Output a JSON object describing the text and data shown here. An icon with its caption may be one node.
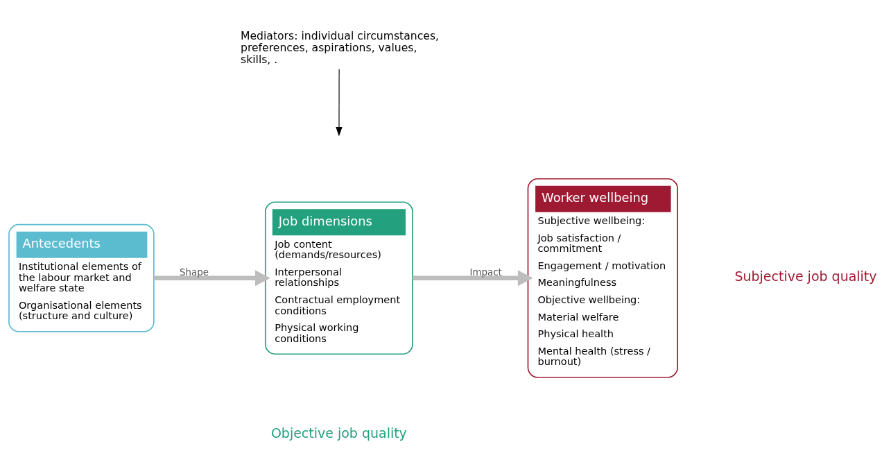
{
  "diagram": {
    "nodes": [
      {
        "text": [
          "Mediators: individual circumstances, preferences, aspirations, values, skills, ."
        ]
      },
      {
        "text": [
          "Antecedents",
          "Institutional elements of the labour market and welfare state",
          "Organisational elements (structure and culture)"
        ]
      },
      {
        "text": [
          "Job dimensions",
          "Job content (demands/resources)",
          "Interpersonal relationships",
          "Contractual employment conditions",
          "Physical working conditions"
        ]
      },
      {
        "text": [
          "Worker wellbeing",
          "Subjective wellbeing:",
          "Job satisfaction / commitment",
          "Engagement / motivation",
          "Meaningfulness",
          "Objective wellbeing:",
          "Material welfare",
          "Physical health",
          "Mental health (stress / burnout)"
        ]
      }
    ],
    "edges": [
      {
        "from": 0,
        "to": null,
        "arrow": "to",
        "color": "#000000"
      },
      {
        "from": 1,
        "to": 2,
        "arrow": "to",
        "label": "Shape"
      },
      {
        "from": 2,
        "to": 3,
        "arrow": "to",
        "label": "Impact"
      }
    ],
    "labels": [
      "Subjective job quality",
      "Objective job quality"
    ]
  }
}
